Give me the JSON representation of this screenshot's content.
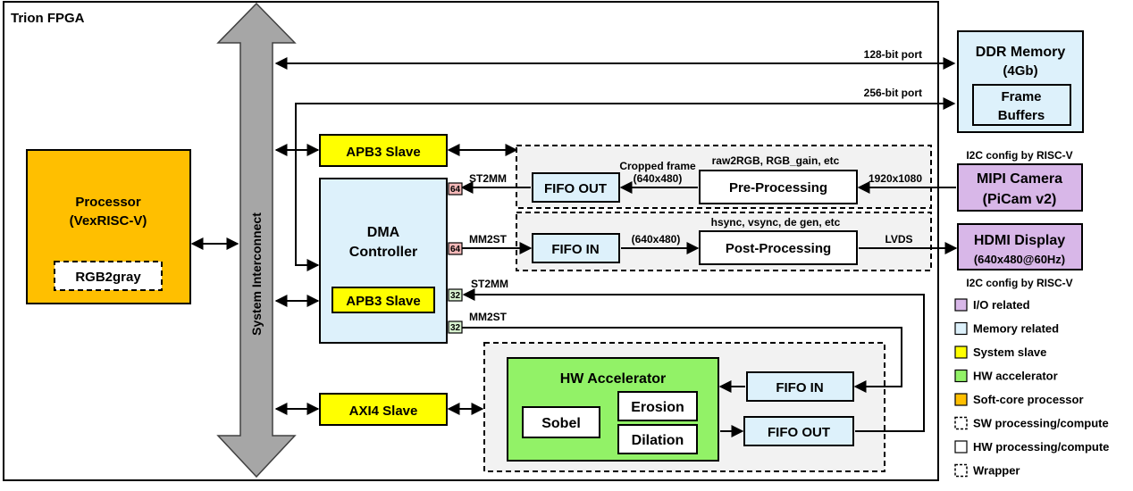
{
  "fpga_label": "Trion FPGA",
  "interconnect_label": "System Interconnect",
  "processor": {
    "title": "Processor",
    "subtitle": "(VexRISC-V)",
    "inner": "RGB2gray"
  },
  "dma": {
    "title_line1": "DMA",
    "title_line2": "Controller",
    "inner": "APB3 Slave"
  },
  "apb3_top": "APB3 Slave",
  "axi4": "AXI4 Slave",
  "ddr": {
    "title_line1": "DDR Memory",
    "title_line2": "(4Gb)",
    "inner_line1": "Frame",
    "inner_line2": "Buffers"
  },
  "ports": {
    "p128": "128-bit port",
    "p256": "256-bit port"
  },
  "mipi": {
    "title_line1": "MIPI Camera",
    "title_line2": "(PiCam v2)",
    "config": "I2C config by RISC-V"
  },
  "hdmi": {
    "title_line1": "HDMI Display",
    "title_line2": "(640x480@60Hz)",
    "config": "I2C config by RISC-V"
  },
  "pre": {
    "fifo": "FIFO OUT",
    "block": "Pre-Processing",
    "note": "raw2RGB, RGB_gain, etc",
    "cropped_line1": "Cropped frame",
    "cropped_line2": "(640x480)",
    "input_res": "1920x1080"
  },
  "post": {
    "fifo": "FIFO IN",
    "block": "Post-Processing",
    "note": "hsync, vsync, de gen, etc",
    "res": "(640x480)",
    "lvds": "LVDS"
  },
  "dma_ports": {
    "st2mm_top": "ST2MM",
    "mm2st_top": "MM2ST",
    "st2mm_bot": "ST2MM",
    "mm2st_bot": "MM2ST",
    "w64a": "64",
    "w64b": "64",
    "w32a": "32",
    "w32b": "32"
  },
  "hw": {
    "title": "HW Accelerator",
    "sobel": "Sobel",
    "erosion": "Erosion",
    "dilation": "Dilation",
    "fifo_in": "FIFO IN",
    "fifo_out": "FIFO OUT"
  },
  "legend": [
    {
      "label": "I/O related",
      "color": "#d8b7e8",
      "style": "solid"
    },
    {
      "label": "Memory related",
      "color": "#ddf1fb",
      "style": "solid"
    },
    {
      "label": "System slave",
      "color": "#ffff00",
      "style": "solid"
    },
    {
      "label": "HW accelerator",
      "color": "#92f267",
      "style": "solid"
    },
    {
      "label": "Soft-core processor",
      "color": "#ffbf00",
      "style": "solid"
    },
    {
      "label": "SW processing/compute",
      "color": "#ffffff",
      "style": "dashed"
    },
    {
      "label": "HW processing/compute",
      "color": "#ffffff",
      "style": "solid"
    },
    {
      "label": "Wrapper",
      "color": "#ffffff",
      "style": "dashed"
    }
  ],
  "colors": {
    "processor": "#ffbf00",
    "slave": "#ffff00",
    "memory": "#ddf1fb",
    "io": "#d8b7e8",
    "accelerator": "#92f267",
    "interconnect": "#a6a6a6",
    "wrapper": "#f2f2f2",
    "badge64": "#f4b8b8",
    "badge32": "#d9f2d0"
  }
}
